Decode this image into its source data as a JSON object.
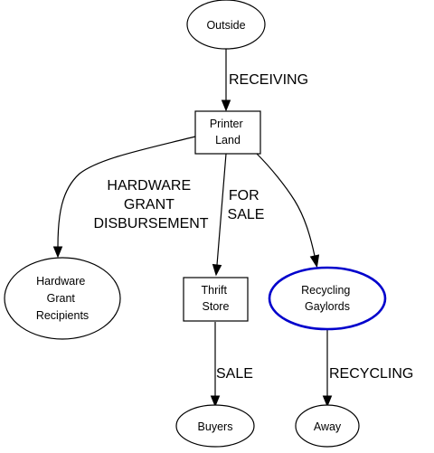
{
  "diagram": {
    "highlight_color": "#0000cc",
    "nodes": {
      "outside": {
        "lines": [
          "Outside"
        ],
        "shape": "ellipse"
      },
      "printer_land": {
        "lines": [
          "Printer",
          "Land"
        ],
        "shape": "box"
      },
      "hardware_grant_recipients": {
        "lines": [
          "Hardware",
          "Grant",
          "Recipients"
        ],
        "shape": "ellipse"
      },
      "thrift_store": {
        "lines": [
          "Thrift",
          "Store"
        ],
        "shape": "box"
      },
      "recycling_gaylords": {
        "lines": [
          "Recycling",
          "Gaylords"
        ],
        "shape": "ellipse",
        "highlighted": true
      },
      "buyers": {
        "lines": [
          "Buyers"
        ],
        "shape": "ellipse"
      },
      "away": {
        "lines": [
          "Away"
        ],
        "shape": "ellipse"
      }
    },
    "edges": {
      "receiving": {
        "from": "Outside",
        "to": "Printer Land",
        "lines": [
          "RECEIVING"
        ]
      },
      "hardware_grant_disbursement": {
        "from": "Printer Land",
        "to": "Hardware Grant Recipients",
        "lines": [
          "HARDWARE",
          "GRANT",
          "DISBURSEMENT"
        ]
      },
      "for_sale": {
        "from": "Printer Land",
        "to": "Thrift Store",
        "lines": [
          "FOR",
          "SALE"
        ]
      },
      "recycling_to_gaylords": {
        "from": "Printer Land",
        "to": "Recycling Gaylords",
        "lines": []
      },
      "sale": {
        "from": "Thrift Store",
        "to": "Buyers",
        "lines": [
          "SALE"
        ]
      },
      "recycling": {
        "from": "Recycling Gaylords",
        "to": "Away",
        "lines": [
          "RECYCLING"
        ]
      }
    }
  }
}
